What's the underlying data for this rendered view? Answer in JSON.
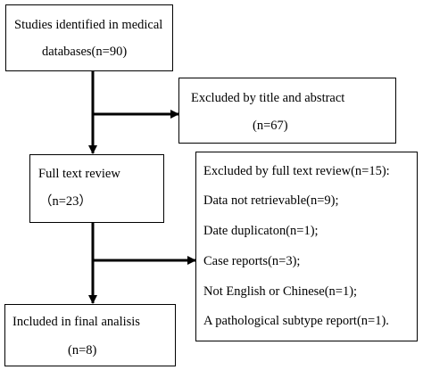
{
  "boxes": {
    "identified": {
      "line1": "Studies identified in medical",
      "line2": "databases(n=90)"
    },
    "excluded_title": {
      "line1": "Excluded by title and abstract",
      "line2": "(n=67)"
    },
    "full_text": {
      "line1": "Full text review",
      "line2": "（n=23）"
    },
    "excluded_full": {
      "lines": [
        "Excluded by full text review(n=15):",
        "Data not retrievable(n=9);",
        "Date duplicaton(n=1);",
        "Case reports(n=3);",
        "Not English or Chinese(n=1);",
        "A pathological subtype report(n=1)."
      ]
    },
    "included": {
      "line1": "Included in final analisis",
      "line2": "(n=8)"
    }
  }
}
